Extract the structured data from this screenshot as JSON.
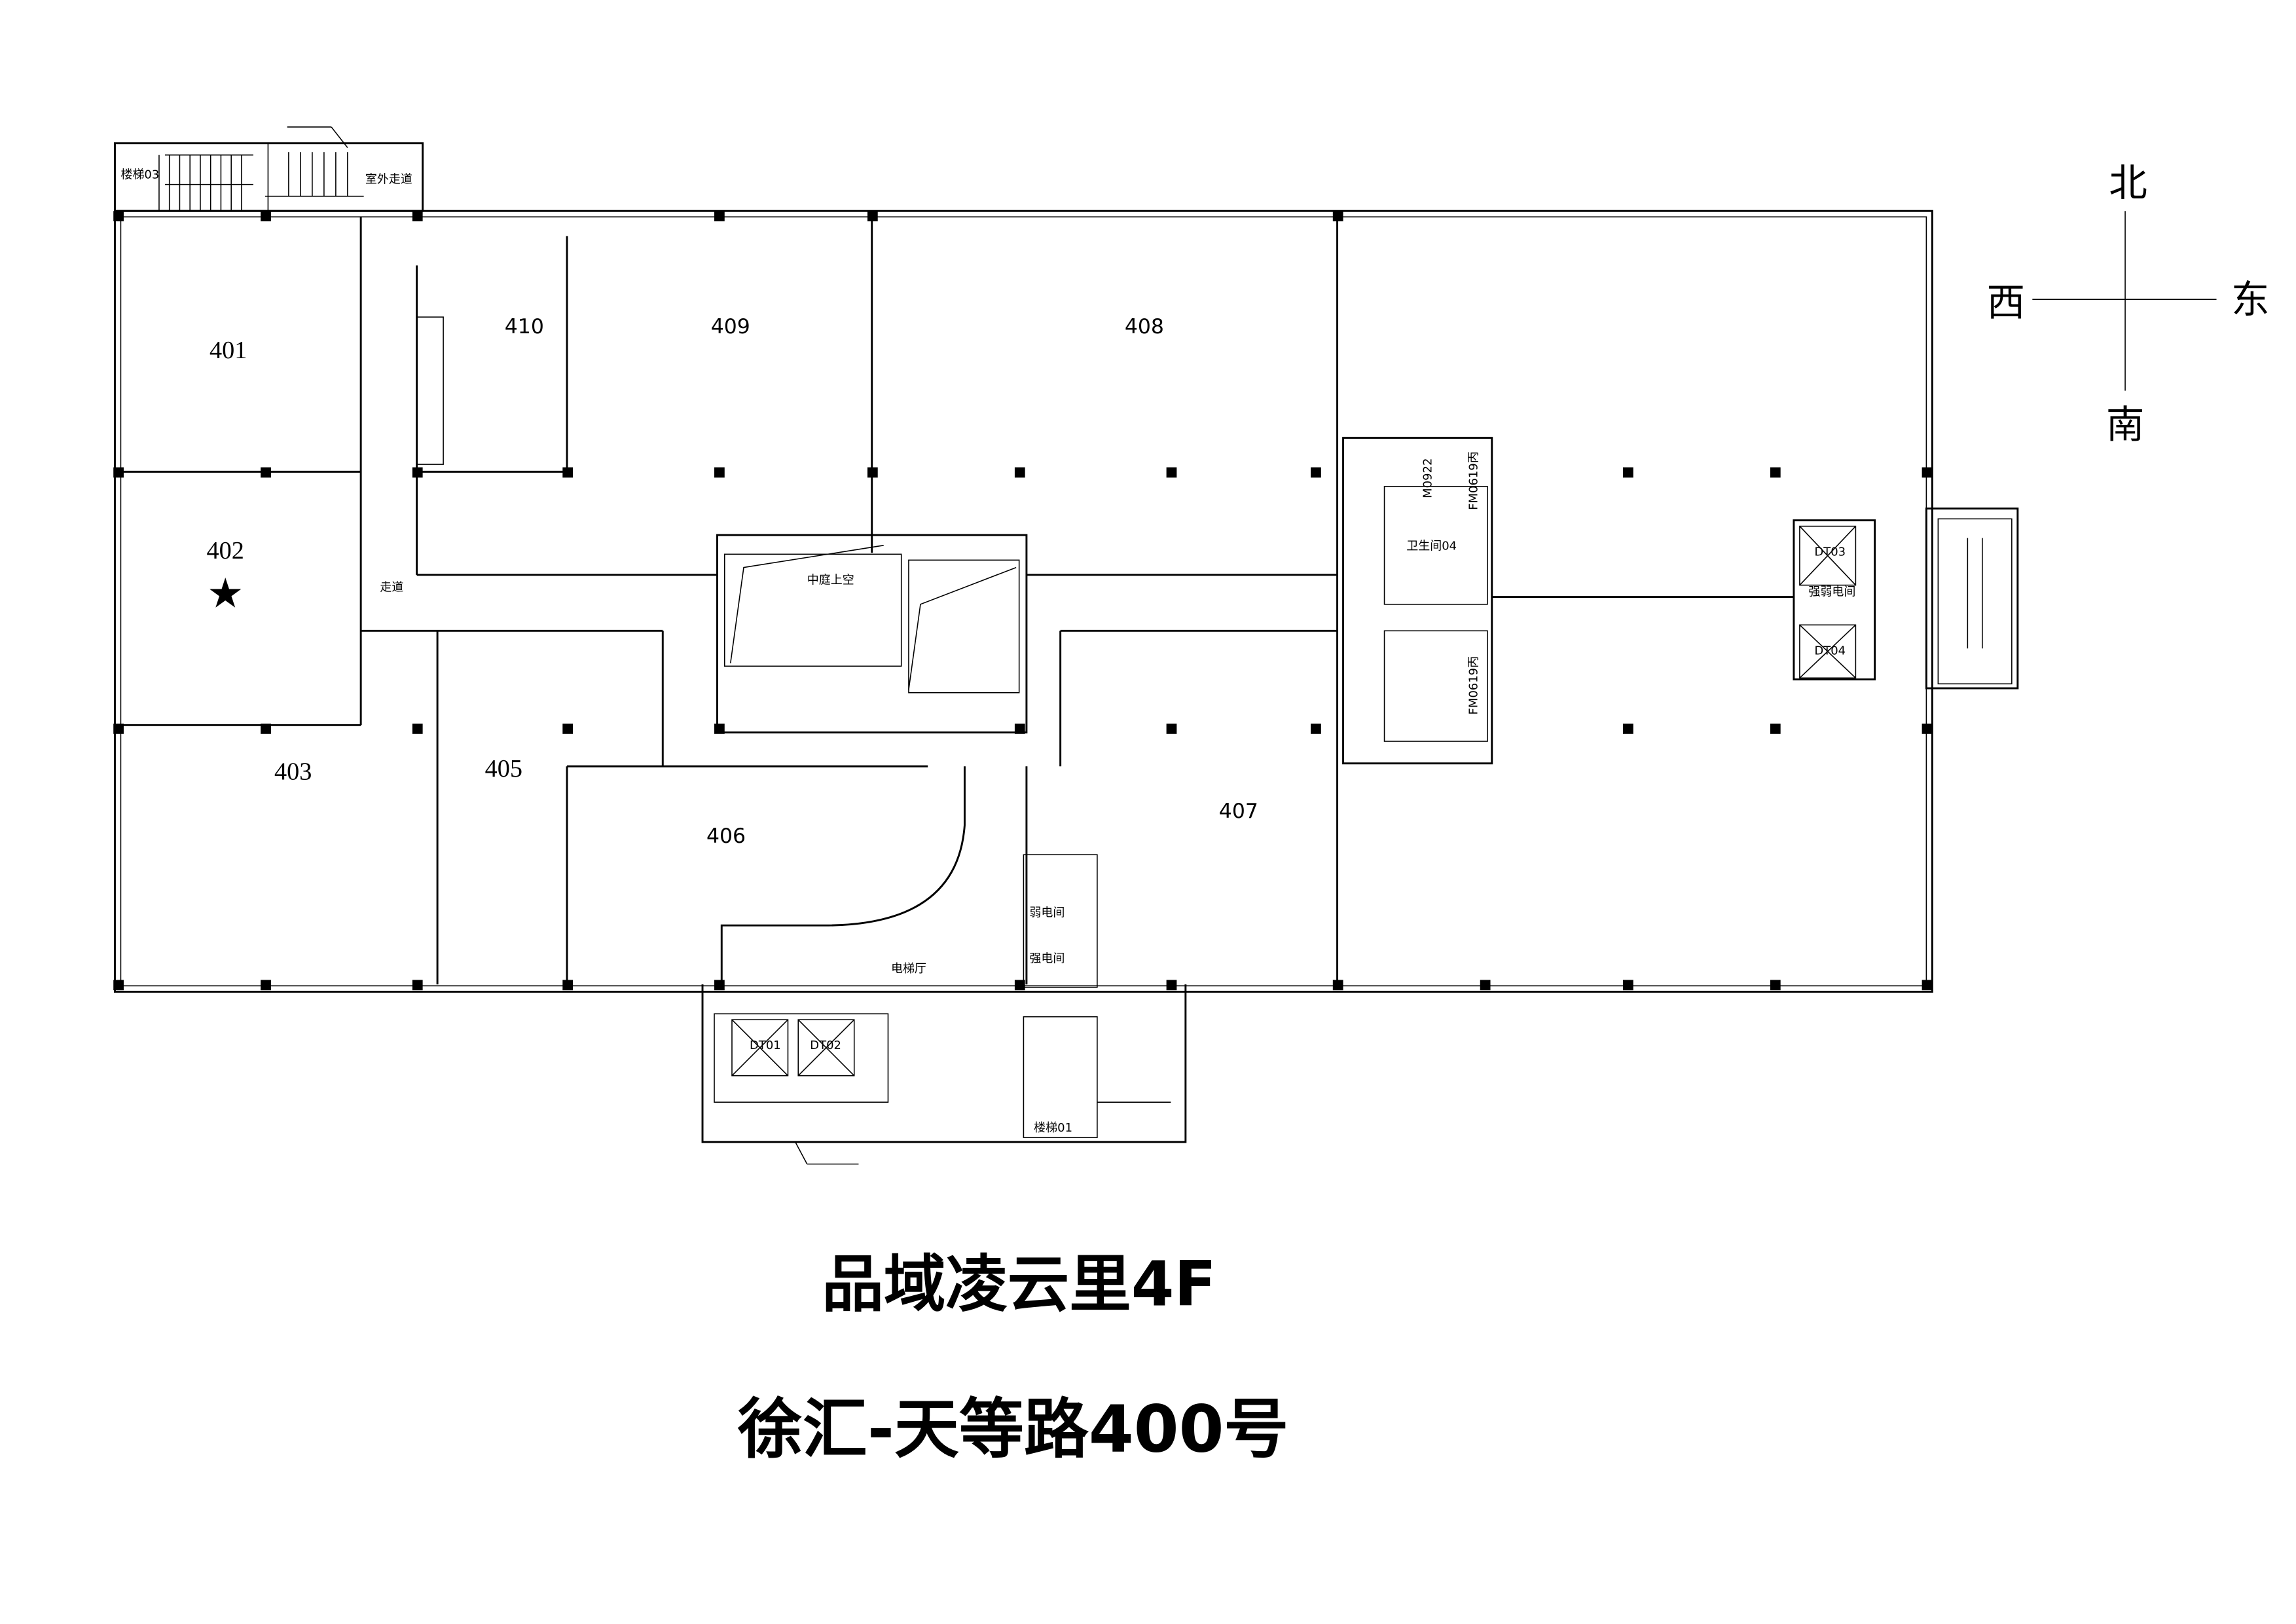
{
  "title": {
    "line1": "品域凌云里4F",
    "line2": "徐汇-天等路400号"
  },
  "compass": {
    "north": "北",
    "south": "南",
    "west": "西",
    "east": "东"
  },
  "rooms": {
    "r401": "401",
    "r402": "402",
    "r403": "403",
    "r405": "405",
    "r406": "406",
    "r407": "407",
    "r408": "408",
    "r409": "409",
    "r410": "410"
  },
  "highlighted_room": "402",
  "labels": {
    "stair03": "楼梯03",
    "outdoor_corridor": "室外走道",
    "corridor": "走道",
    "atrium": "中庭上空",
    "restroom": "卫生间04",
    "door_m": "M0922",
    "fire_door_1": "FM0619丙",
    "fire_door_2": "FM0619丙",
    "elec_room_east": "强弱电间",
    "dt03": "DT03",
    "dt04": "DT04",
    "elevator_hall": "电梯厅",
    "weak_elec": "弱电间",
    "strong_elec": "强电间",
    "dt01": "DT01",
    "dt02": "DT02",
    "stair01": "楼梯01"
  }
}
